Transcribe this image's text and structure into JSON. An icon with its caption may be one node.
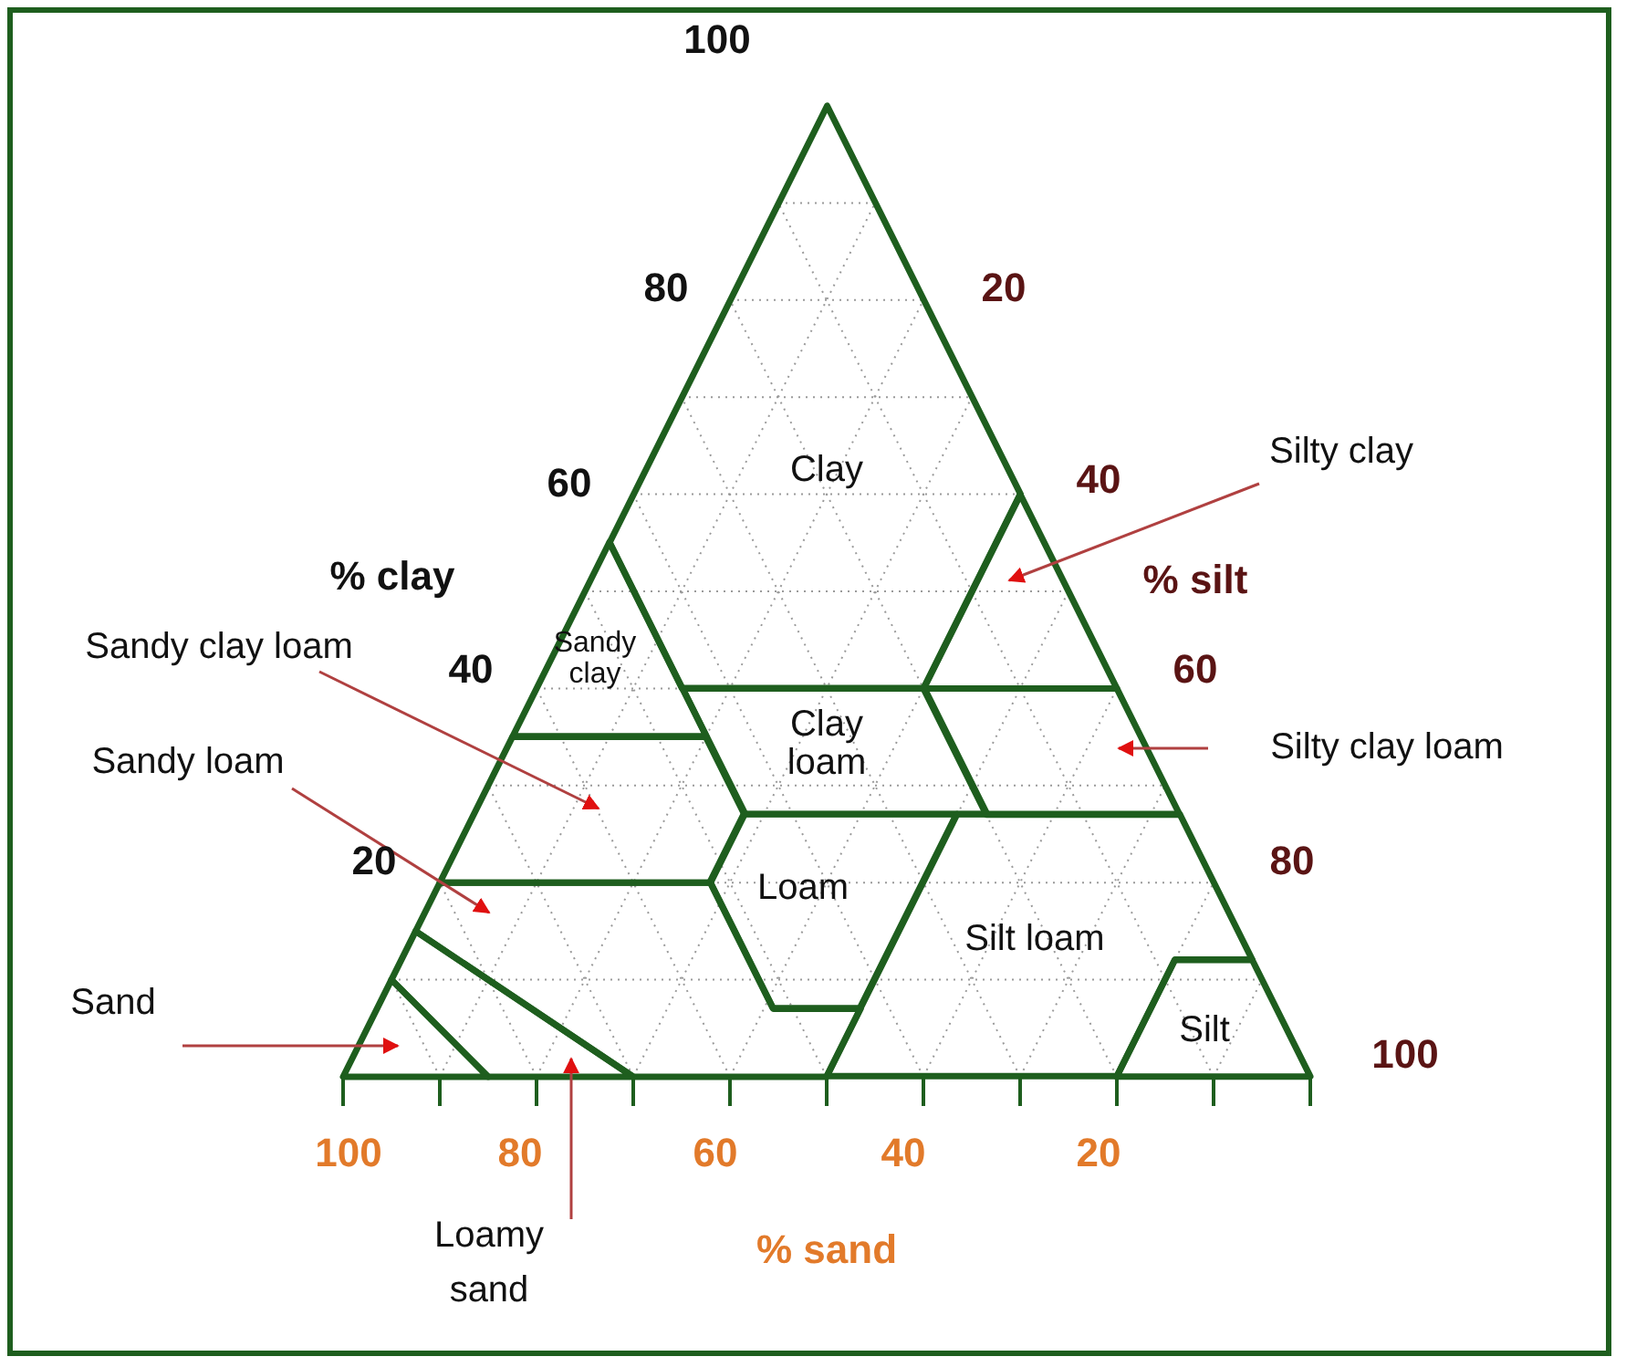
{
  "diagram": {
    "nodes": [
      {
        "text": [
          "Silty clay"
        ]
      },
      {
        "text": [
          "Clay"
        ]
      },
      {
        "text": [],
        "shape": "polygon"
      },
      {
        "text": [
          "Sandy clay"
        ]
      },
      {
        "text": [
          "Sandy clay loam"
        ]
      },
      {
        "text": [
          "Clay loam"
        ]
      },
      {
        "text": [],
        "shape": "polygon"
      },
      {
        "text": [
          "Silty clay loam"
        ]
      },
      {
        "text": [],
        "shape": "polygon"
      },
      {
        "text": [
          "Sandy loam"
        ]
      },
      {
        "text": [
          "Loam"
        ]
      },
      {
        "text": [
          "Silt loam"
        ]
      },
      {
        "text": [],
        "shape": "polygon"
      },
      {
        "text": [
          "Silt"
        ]
      },
      {
        "text": [
          "Sand"
        ]
      },
      {
        "text": [],
        "shape": "polygon"
      },
      {
        "text": [],
        "shape": "polygon"
      },
      {
        "text": [
          "Loamy sand"
        ]
      }
    ],
    "edges": [
      {
        "from": 0,
        "to": 2,
        "arrow": "to"
      },
      {
        "from": 7,
        "to": 6,
        "arrow": "to"
      },
      {
        "from": 4,
        "to": 8,
        "arrow": "to"
      },
      {
        "from": 9,
        "to": 12,
        "arrow": "to"
      },
      {
        "from": 14,
        "to": 15,
        "arrow": "to"
      },
      {
        "from": 17,
        "to": 16,
        "arrow": "to"
      }
    ],
    "labels": [
      "100",
      "80",
      "60",
      "40",
      "20",
      "% clay",
      "20",
      "40",
      "60",
      "80",
      "100",
      "% silt",
      "100",
      "80",
      "60",
      "40",
      "20",
      "% sand"
    ]
  }
}
